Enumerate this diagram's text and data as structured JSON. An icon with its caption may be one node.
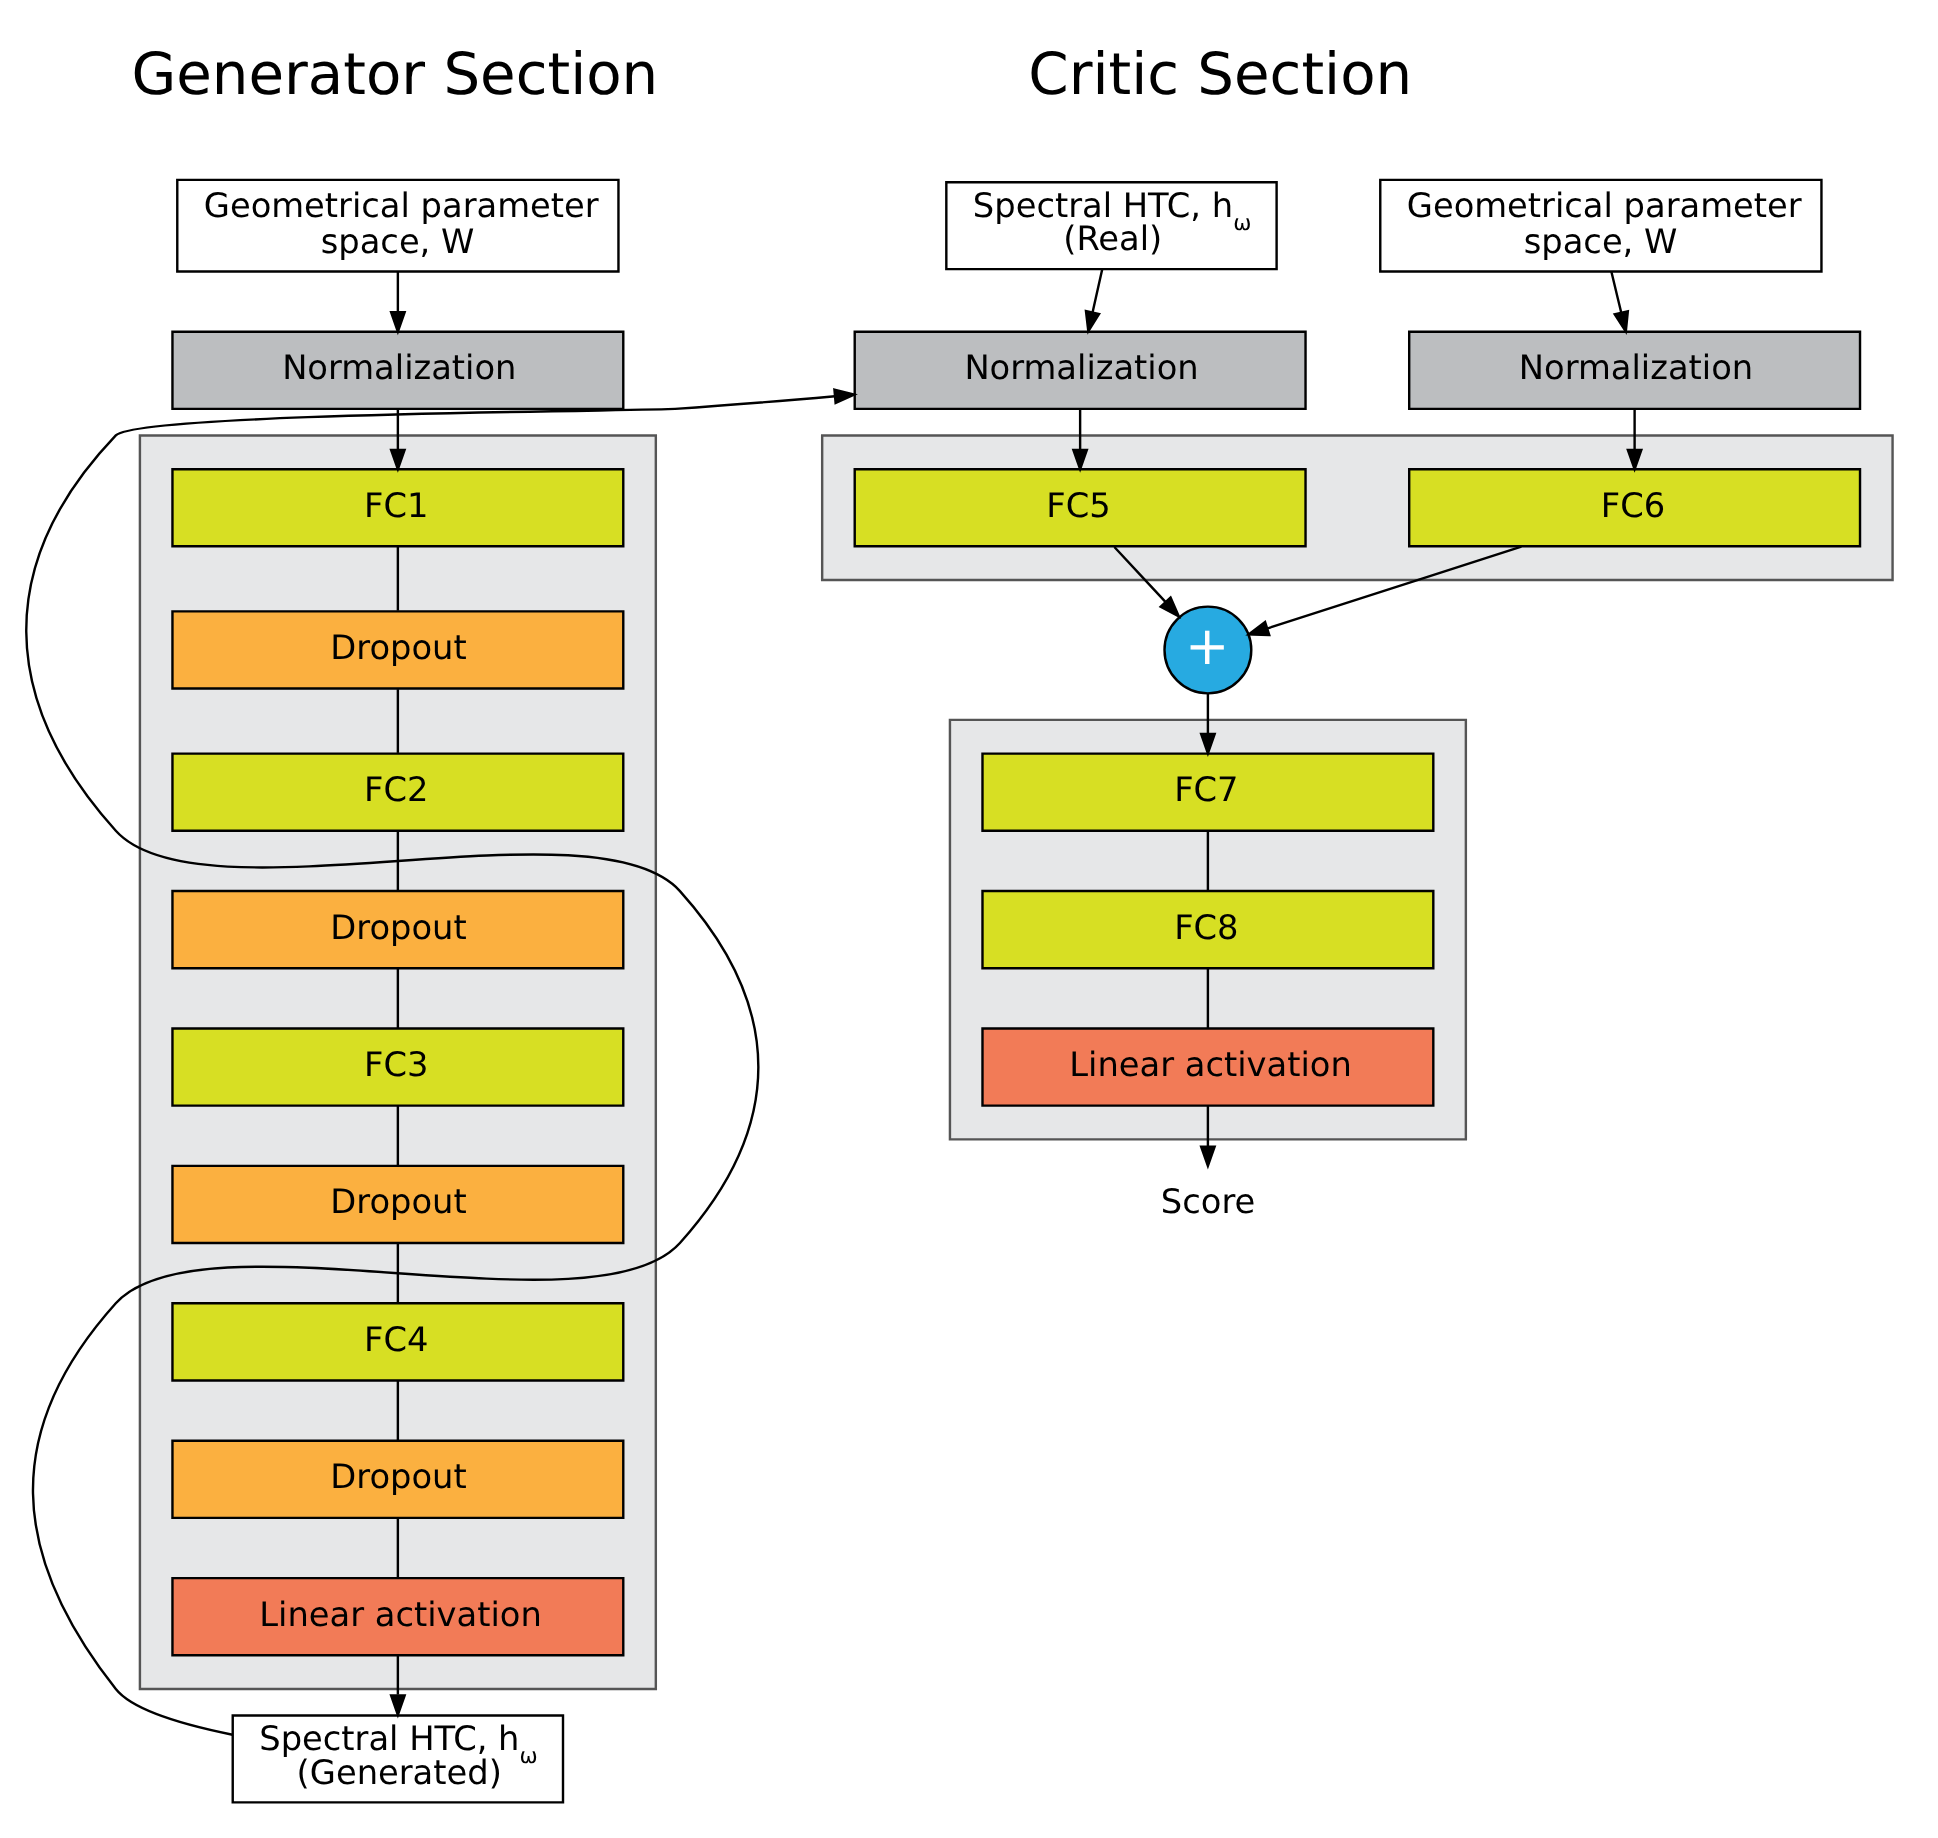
{
  "diagram": {
    "nodes": [
      {
        "text": [
          "Geometrical parameter space, W"
        ]
      },
      {
        "text": [
          "Normalization"
        ]
      },
      {
        "text": [],
        "shape": "box"
      },
      {
        "text": [
          "FC1"
        ],
        "in": 2
      },
      {
        "text": [
          "Dropout"
        ],
        "in": 2
      },
      {
        "text": [
          "FC2"
        ],
        "in": 2
      },
      {
        "text": [
          "Dropout"
        ],
        "in": 2
      },
      {
        "text": [
          "FC3"
        ],
        "in": 2
      },
      {
        "text": [
          "Dropout"
        ],
        "in": 2
      },
      {
        "text": [
          "FC4"
        ],
        "in": 2
      },
      {
        "text": [
          "Dropout"
        ],
        "in": 2
      },
      {
        "text": [
          "Linear activation"
        ],
        "in": 2
      },
      {
        "text": [
          "Spectral HTC, h$_{ω}$ (Generated)"
        ]
      },
      {
        "text": [
          "Spectral HTC, h$_{ω}$ (Real)"
        ]
      },
      {
        "text": [
          "Geometrical parameter space, W"
        ]
      },
      {
        "text": [
          "Normalization"
        ]
      },
      {
        "text": [
          "Normalization"
        ]
      },
      {
        "text": [],
        "shape": "box"
      },
      {
        "text": [
          "FC5"
        ],
        "in": 17
      },
      {
        "text": [
          "FC6"
        ],
        "in": 17
      },
      {
        "text": [
          "+"
        ]
      },
      {
        "text": [],
        "shape": "box"
      },
      {
        "text": [
          "FC7"
        ],
        "in": 21
      },
      {
        "text": [
          "FC8"
        ],
        "in": 21
      },
      {
        "text": [
          "Linear activation"
        ],
        "in": 21
      },
      {
        "text": [
          "Score"
        ]
      }
    ],
    "edges": [
      {
        "from": 0,
        "to": 1,
        "arrow": "to"
      },
      {
        "from": 1,
        "to": 3,
        "arrow": "to"
      },
      {
        "from": 3,
        "to": 4,
        "arrow": "none"
      },
      {
        "from": 4,
        "to": 5,
        "arrow": "none"
      },
      {
        "from": 5,
        "to": 6,
        "arrow": "none"
      },
      {
        "from": 6,
        "to": 7,
        "arrow": "none"
      },
      {
        "from": 7,
        "to": 8,
        "arrow": "none"
      },
      {
        "from": 8,
        "to": 9,
        "arrow": "none"
      },
      {
        "from": 9,
        "to": 10,
        "arrow": "none"
      },
      {
        "from": 10,
        "to": 11,
        "arrow": "none"
      },
      {
        "from": 11,
        "to": 12,
        "arrow": "to"
      },
      {
        "from": 12,
        "to": 15,
        "arrow": "to"
      },
      {
        "from": 13,
        "to": 15,
        "arrow": "to"
      },
      {
        "from": 14,
        "to": 16,
        "arrow": "to"
      },
      {
        "from": 15,
        "to": 18,
        "arrow": "to"
      },
      {
        "from": 16,
        "to": 19,
        "arrow": "to"
      },
      {
        "from": 18,
        "to": 20,
        "arrow": "to"
      },
      {
        "from": 19,
        "to": 20,
        "arrow": "to"
      },
      {
        "from": 20,
        "to": 22,
        "arrow": "to"
      },
      {
        "from": 22,
        "to": 23,
        "arrow": "none"
      },
      {
        "from": 23,
        "to": 24,
        "arrow": "none"
      },
      {
        "from": 24,
        "to": 25,
        "arrow": "to"
      }
    ],
    "labels": [
      "Generator Section",
      "Critic Section"
    ]
  }
}
